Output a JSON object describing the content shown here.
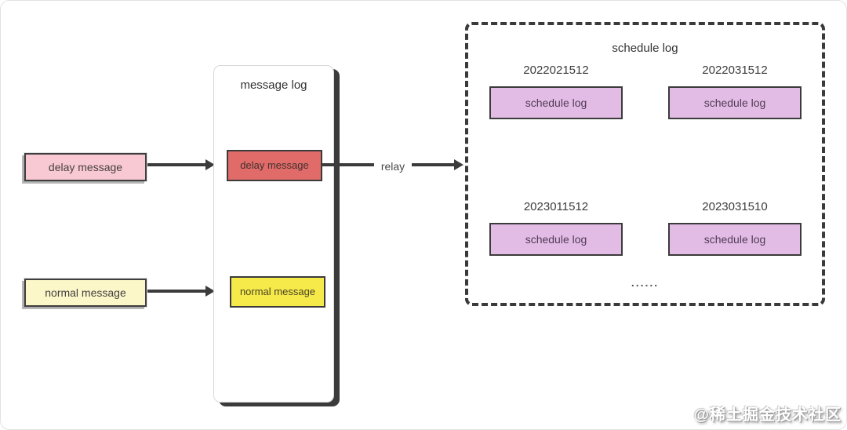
{
  "diagram": {
    "sources": {
      "delay": {
        "label": "delay message",
        "fill": "#f9c9d3"
      },
      "normal": {
        "label": "normal message",
        "fill": "#fbf7c9"
      }
    },
    "message_log": {
      "title": "message log",
      "delay_item": {
        "label": "delay message",
        "fill": "#e06b68"
      },
      "normal_item": {
        "label": "normal message",
        "fill": "#f6e94a"
      }
    },
    "relay": {
      "label": "relay"
    },
    "schedule_log": {
      "title": "schedule log",
      "partitions": [
        {
          "date": "2022021512",
          "label": "schedule log"
        },
        {
          "date": "2022031512",
          "label": "schedule log"
        },
        {
          "date": "2023011512",
          "label": "schedule log"
        },
        {
          "date": "2023031510",
          "label": "schedule log"
        }
      ],
      "box_fill": "#e3bce6",
      "ellipsis": "......"
    },
    "line_color": "#3b3b3b"
  },
  "watermark": {
    "text": "@稀土掘金技术社区"
  }
}
